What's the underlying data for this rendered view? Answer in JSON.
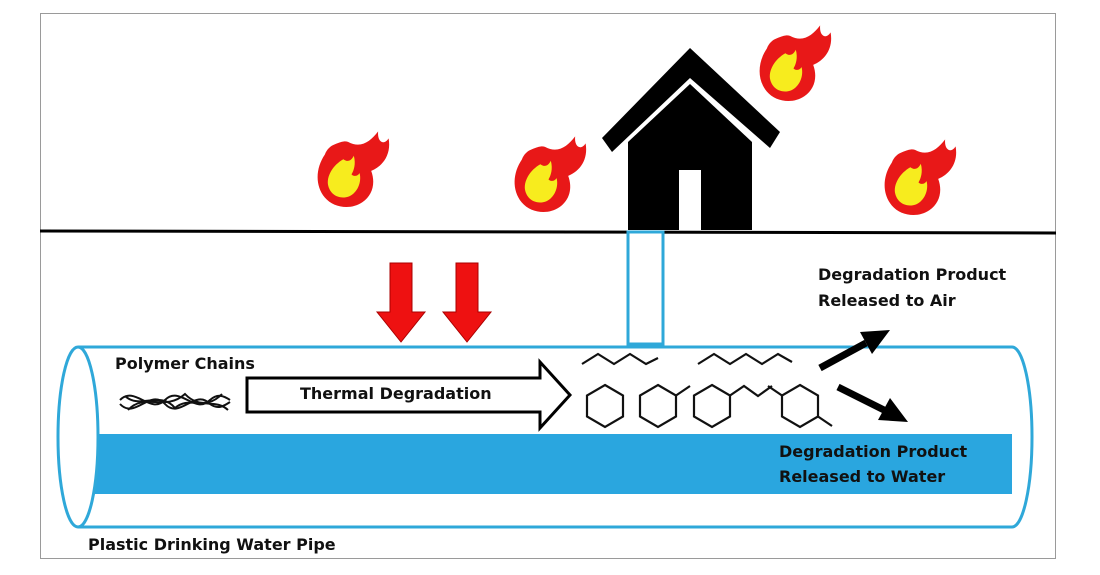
{
  "labels": {
    "polymer_chains": "Polymer Chains",
    "thermal_degradation": "Thermal Degradation",
    "air_release_line1": "Degradation Product",
    "air_release_line2": "Released to Air",
    "water_release_line1": "Degradation Product",
    "water_release_line2": "Released to Water",
    "pipe_caption": "Plastic Drinking Water Pipe"
  },
  "colors": {
    "pipe_outline": "#2fa8d9",
    "water_fill": "#2aa6df",
    "heat_arrow": "#ee1111",
    "flame_outer": "#e81818",
    "flame_inner": "#f7ec1e",
    "house": "#000000",
    "ground_line": "#000000"
  },
  "icons": [
    "flame-icon",
    "house-icon",
    "heat-arrow-icon",
    "polymer-chain-icon",
    "cyclohexane-icon",
    "alkyl-chain-icon"
  ]
}
